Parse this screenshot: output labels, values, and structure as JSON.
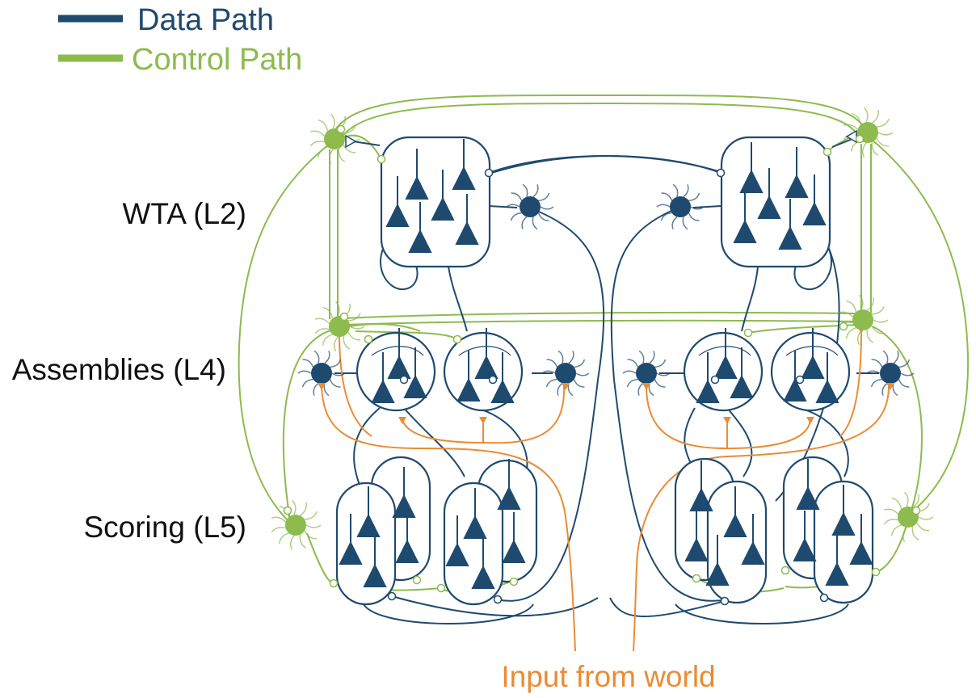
{
  "colors": {
    "data_path": "#1f4a6f",
    "control_path": "#8dbb4e",
    "input": "#ea8c34",
    "label": "#111111",
    "background": "#ffffff"
  },
  "legend": {
    "data_path_label": "Data Path",
    "control_path_label": "Control Path"
  },
  "layers": {
    "wta": "WTA (L2)",
    "assemblies": "Assemblies (L4)",
    "scoring": "Scoring (L5)"
  },
  "input_label": "Input from world",
  "icons": [
    "pyramidal-neuron-icon",
    "inhibitory-interneuron-icon",
    "control-neuron-icon",
    "synapse-icon"
  ]
}
